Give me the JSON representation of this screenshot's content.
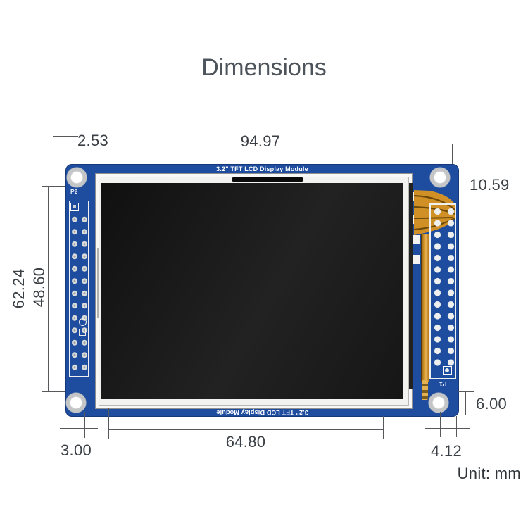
{
  "title": "Dimensions",
  "unit_note": "Unit: mm",
  "board": {
    "top_silkscreen": "3.2\" TFT LCD Display Module",
    "bottom_silkscreen": "3.2\" TFT LCD Display Module",
    "connector_left": "P2",
    "connector_right": "P1"
  },
  "dimensions_mm": {
    "top_left_offset": "2.53",
    "board_width": "94.97",
    "right_top_inset": "10.59",
    "board_height": "62.24",
    "display_height": "48.60",
    "bottom_right_inset": "6.00",
    "hole_diameter": "3.00",
    "display_width": "64.80",
    "hole_edge_offset": "4.12"
  },
  "colors": {
    "pcb_blue": "#1e4c9e",
    "flex_orange": "#d09026",
    "lcd_black": "#161616",
    "dimension_line": "#56585b",
    "dimension_text": "#3a4046"
  }
}
